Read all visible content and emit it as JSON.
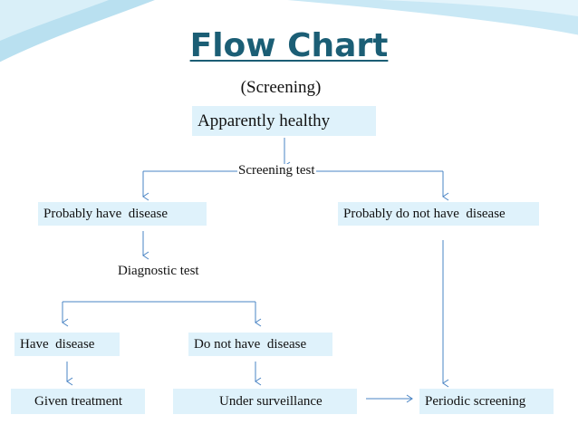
{
  "title": "Flow Chart",
  "subtitle": "(Screening)",
  "nodes": {
    "apparently_healthy": "Apparently healthy",
    "screening_test": "Screening test",
    "probably_have_disease": "Probably have  disease",
    "probably_not_have_disease": "Probably do not have  disease",
    "diagnostic_test": "Diagnostic test",
    "have_disease": "Have  disease",
    "do_not_have_disease": "Do not have  disease",
    "given_treatment": "Given treatment",
    "under_surveillance": "Under surveillance",
    "periodic_screening": "Periodic screening"
  },
  "colors": {
    "title": "#1b5e75",
    "box_fill": "#dff2fb",
    "connector": "#4a84c4",
    "decor": "#bfe3f2"
  }
}
